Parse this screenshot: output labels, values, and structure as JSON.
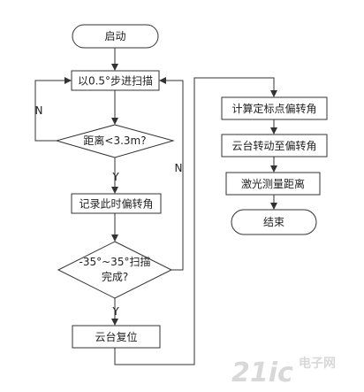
{
  "nodes": {
    "start": "启动",
    "scan": "以0.5°步进扫描",
    "distance_check": "距离<3.3m?",
    "record_angle": "记录此时偏转角",
    "scan_range_check_line1": "-35°~35°扫描",
    "scan_range_check_line2": "完成?",
    "pan_reset": "云台复位",
    "calc_angle": "计算定标点偏转角",
    "pan_rotate": "云台转动至偏转角",
    "laser_measure": "激光测量距离",
    "end": "结束"
  },
  "edge_labels": {
    "distance_no": "N",
    "distance_yes": "Y",
    "range_no": "N",
    "range_yes": "Y"
  },
  "watermark": {
    "logo": "21ic",
    "site": "电子网"
  },
  "colors": {
    "stroke": "#333333",
    "fill": "#ffffff",
    "text": "#222222",
    "watermark": "#c8c8c8"
  }
}
